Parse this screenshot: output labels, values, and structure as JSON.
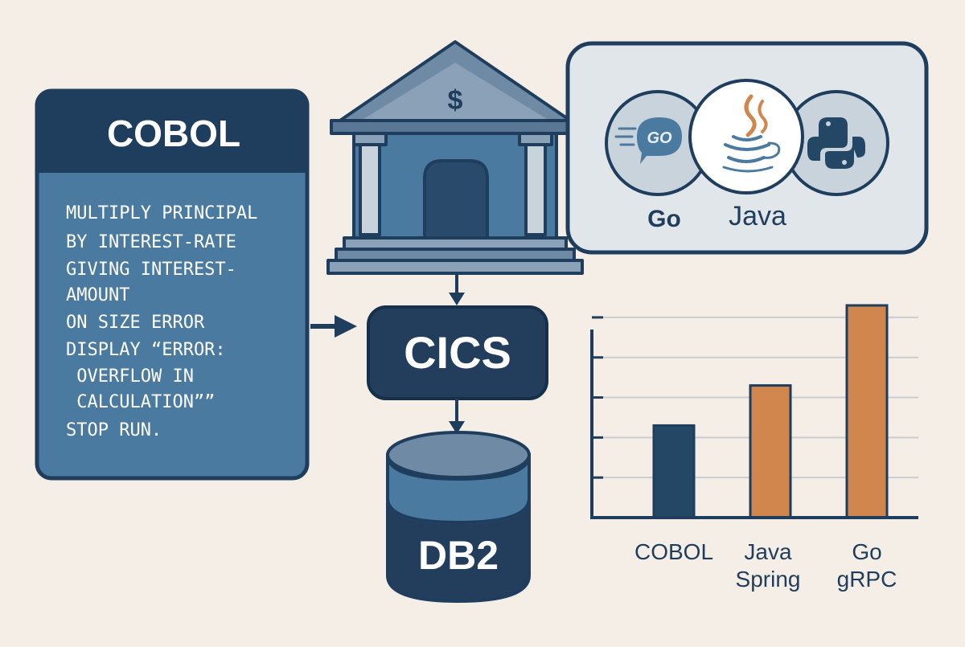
{
  "cobol_panel": {
    "title": "COBOL",
    "code_lines": [
      "MULTIPLY PRINCIPAL",
      "BY INTEREST-RATE",
      "GIVING INTEREST-",
      "AMOUNT",
      "ON SIZE ERROR",
      "DISPLAY “ERROR:",
      " OVERFLOW IN",
      " CALCULATION””",
      "STOP RUN."
    ]
  },
  "bank": {
    "symbol": "$"
  },
  "cics": {
    "label": "CICS"
  },
  "db2": {
    "label": "DB2"
  },
  "languages": {
    "go_badge": "GO",
    "go_label": "Go",
    "java_label": "Java"
  },
  "colors": {
    "background": "#f4eee6",
    "navy": "#1f3d5c",
    "dark_navy": "#223e5c",
    "steel_blue": "#4b7aa0",
    "slate": "#6f8aa5",
    "light_panel": "#e1e6ea",
    "circle_fill": "#c9d3dc",
    "orange": "#d1864e"
  },
  "chart_data": {
    "type": "bar",
    "categories": [
      "COBOL",
      "Java\nSpring",
      "Go\ngRPC"
    ],
    "values": [
      2.3,
      3.3,
      5.3
    ],
    "ylim": [
      0,
      5.5
    ],
    "yticks": [
      1,
      2,
      3,
      4,
      5
    ],
    "bar_colors": [
      "#244766",
      "#d1864e",
      "#d1864e"
    ],
    "grid": true,
    "title": "",
    "xlabel": "",
    "ylabel": ""
  }
}
